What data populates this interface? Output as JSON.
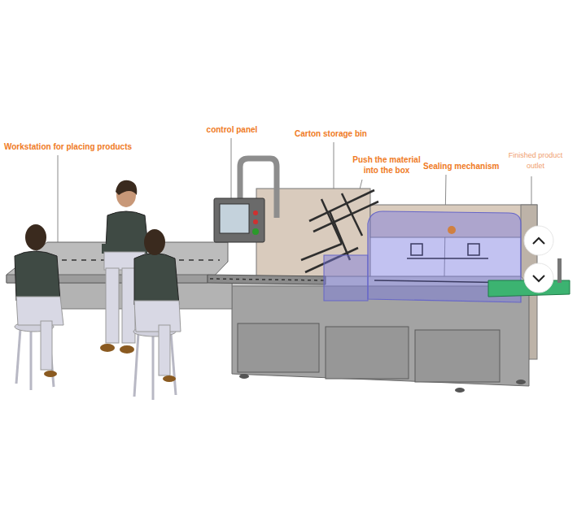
{
  "diagram": {
    "labels": [
      "Workstation for placing products",
      "control panel",
      "Carton storage bin",
      "Push the material into the box",
      "Sealing mechanism",
      "Finished product outlet"
    ]
  }
}
